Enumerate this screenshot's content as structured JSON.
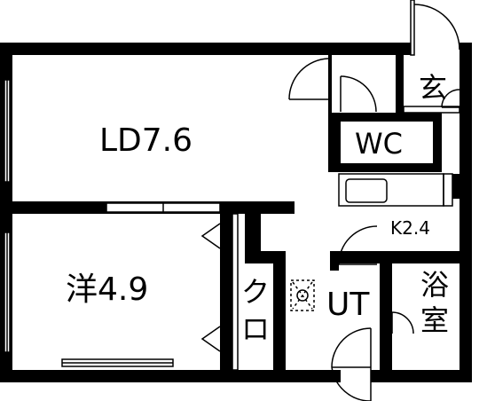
{
  "rooms": {
    "living_dining": "LD7.6",
    "western_room": "洋4.9",
    "toilet": "WC",
    "entrance": "玄",
    "kitchen": "K2.4",
    "closet_line1": "ク",
    "closet_line2": "ロ",
    "utility": "UT",
    "bath_line1": "浴",
    "bath_line2": "室"
  }
}
